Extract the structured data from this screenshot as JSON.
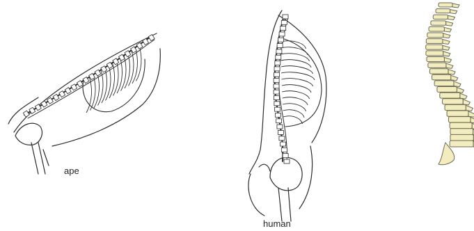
{
  "figures": [
    {
      "id": "ape",
      "caption": "ape"
    },
    {
      "id": "human",
      "caption": "human"
    },
    {
      "id": "spine",
      "caption": ""
    }
  ],
  "colors": {
    "ink": "#2a2a2a",
    "bone_fill": "#f2ecbf",
    "bone_stroke": "#6b6a50",
    "background": "#ffffff"
  }
}
